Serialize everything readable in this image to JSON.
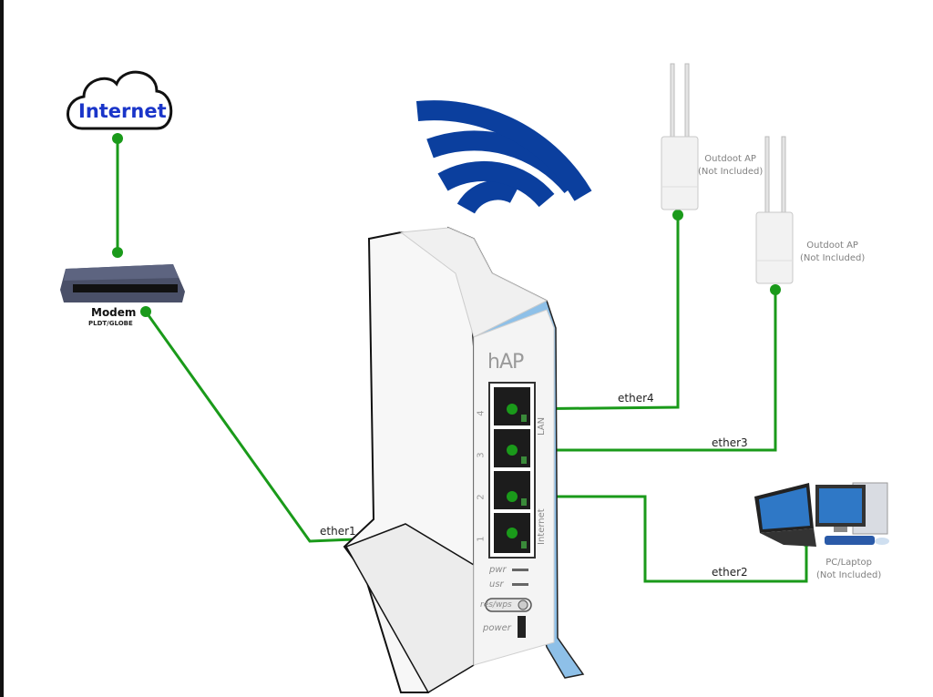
{
  "title": "MikroTik hAP network connection diagram",
  "colors": {
    "link": "#1a9a1a",
    "wifi": "#0b3f9e",
    "cloud_text": "#1a35c9",
    "router_accent": "#8ec0e8",
    "caption": "#808080"
  },
  "internet": {
    "label": "Internet",
    "icon": "cloud-icon"
  },
  "modem": {
    "title": "Modem",
    "subtitle": "PLDT/GLOBE",
    "icon": "modem-icon"
  },
  "router": {
    "brand_logo": "hAP",
    "ports": [
      {
        "number": "4",
        "name": "ether4"
      },
      {
        "number": "3",
        "name": "ether3"
      },
      {
        "number": "2",
        "name": "ether2"
      },
      {
        "number": "1",
        "name": "ether1"
      }
    ],
    "lan_label": "LAN",
    "internet_label": "Internet",
    "leds": [
      "pwr",
      "usr"
    ],
    "button_label": "res/wps",
    "power_label": "power",
    "wifi_icon": "wifi-icon"
  },
  "access_points": [
    {
      "line1": "Outdoot AP",
      "line2": "(Not Included)"
    },
    {
      "line1": "Outdoot AP",
      "line2": "(Not Included)"
    }
  ],
  "pc": {
    "line1": "PC/Laptop",
    "line2": "(Not Included)"
  },
  "connections": [
    {
      "label": "ether1",
      "from": "Modem",
      "to": "port 1"
    },
    {
      "label": "ether4",
      "from": "port 4",
      "to": "Outdoot AP 1"
    },
    {
      "label": "ether3",
      "from": "port 3",
      "to": "Outdoot AP 2"
    },
    {
      "label": "ether2",
      "from": "port 2",
      "to": "PC/Laptop"
    }
  ]
}
